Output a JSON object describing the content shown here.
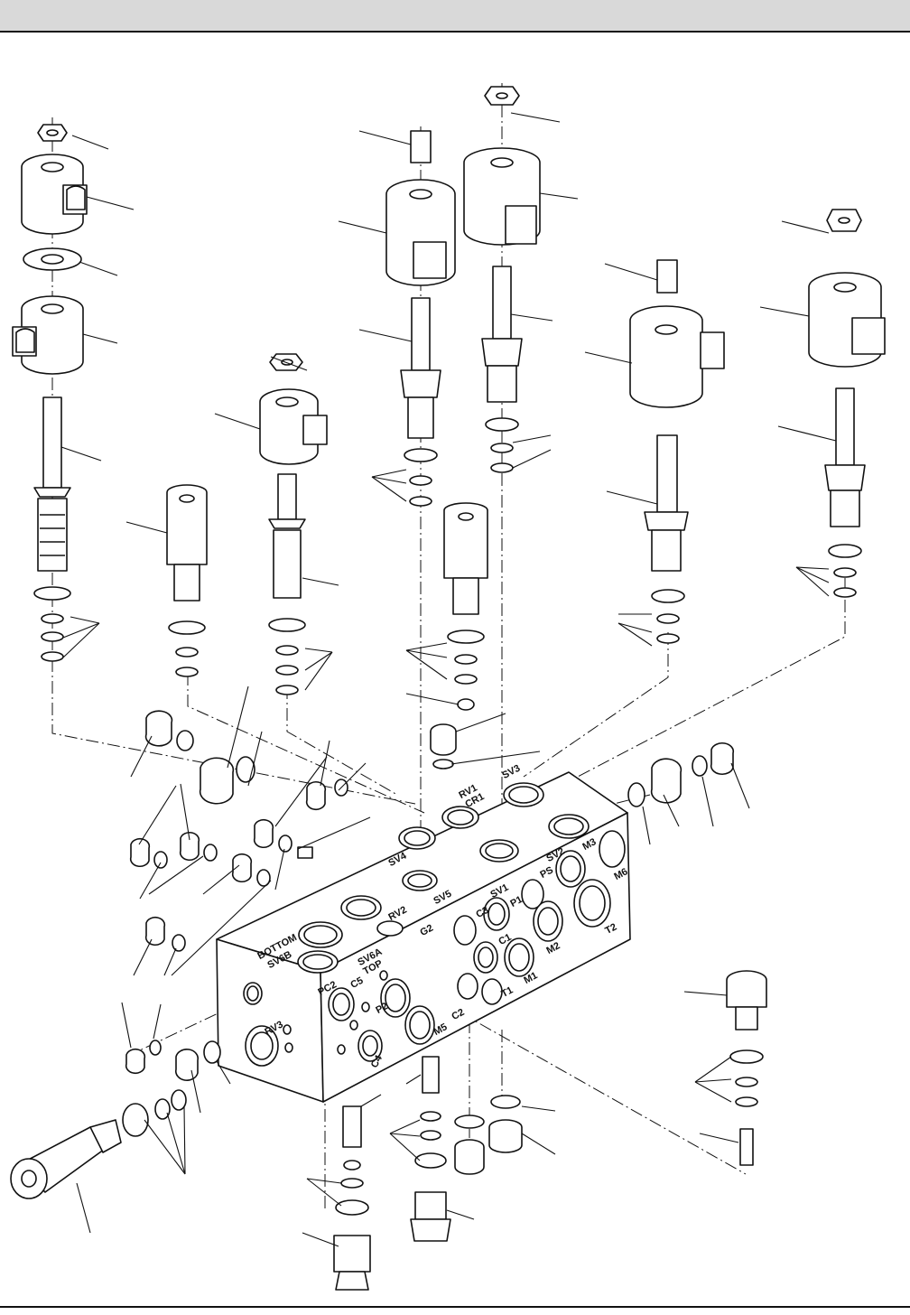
{
  "header": {
    "title": ""
  },
  "manifold": {
    "top_ports": [
      "SV3",
      "RV1",
      "CR1",
      "SV4",
      "SV5",
      "RV2",
      "SV2",
      "M3",
      "PS",
      "SV1",
      "P1",
      "M6",
      "C3",
      "G2",
      "C1",
      "M2",
      "T2"
    ],
    "front_ports": [
      "BOTTOM",
      "SV6B",
      "SV6A",
      "TOP",
      "PC2",
      "C5",
      "P2",
      "M5",
      "C2",
      "T1",
      "M1",
      "C4",
      "RV3"
    ]
  },
  "colors": {
    "line": "#111111",
    "background": "#ffffff",
    "header_band": "#d9d9d9"
  }
}
